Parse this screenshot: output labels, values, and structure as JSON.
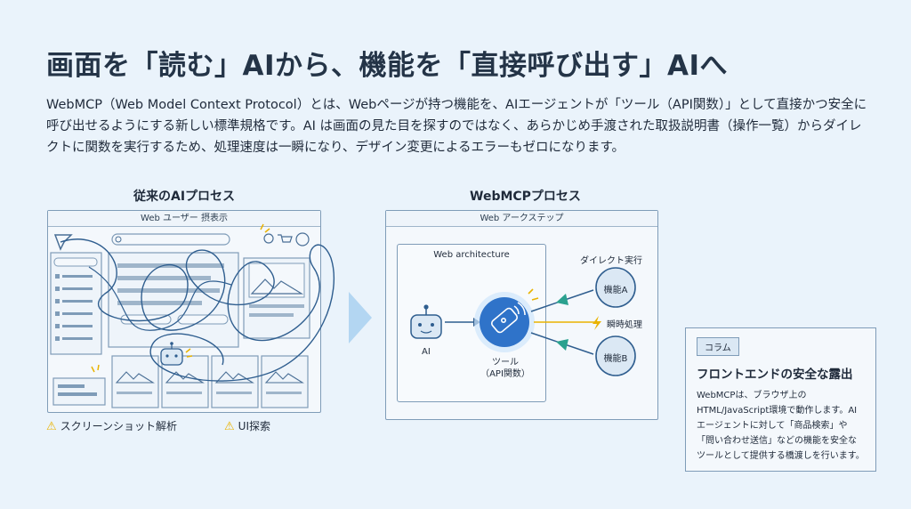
{
  "title": "画面を「読む」AIから、機能を「直接呼び出す」AIへ",
  "intro": "WebMCP（Web Model Context Protocol）とは、Webページが持つ機能を、AIエージェントが「ツール（API関数）」として直接かつ安全に呼び出せるようにする新しい標準規格です。AI は画面の見た目を探すのではなく、あらかじめ手渡された取扱説明書（操作一覧）からダイレクトに関数を実行するため、処理速度は一瞬になり、デザイン変更によるエラーもゼロになります。",
  "legacy": {
    "heading": "従来のAIプロセス",
    "panel_title": "Web ユーザー 摂表示",
    "warn_screenshot": "スクリーンショット解析",
    "warn_ui": "UI探索"
  },
  "webmcp": {
    "heading": "WebMCPプロセス",
    "panel_title": "Web アークステップ",
    "arch_label": "Web architecture",
    "ai_label": "AI",
    "tool_label": "ツール",
    "tool_sub": "（API関数）",
    "direct_label": "ダイレクト実行",
    "func_a": "機能A",
    "func_b": "機能B",
    "instant_label": "瞬時処理"
  },
  "column": {
    "tag": "コラム",
    "heading": "フロントエンドの安全な露出",
    "body": "WebMCPは、ブラウザ上のHTML/JavaScript環境で動作します。AIエージェントに対して「商品検索」や「問い合わせ送信」などの機能を安全なツールとして提供する橋渡しを行います。"
  },
  "colors": {
    "accent": "#2f73c9",
    "line": "#4a6f96",
    "warn": "#e9b300",
    "node_fill": "#dbe8f4"
  }
}
